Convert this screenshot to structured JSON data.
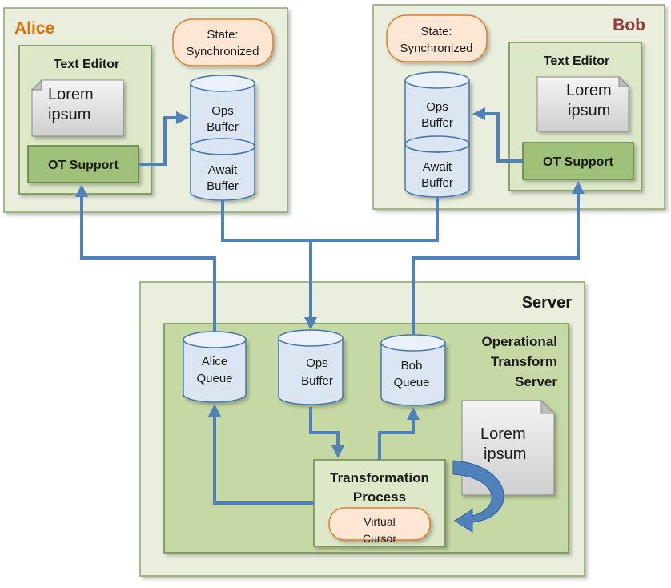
{
  "alice": {
    "title": "Alice",
    "state_line1": "State:",
    "state_line2": "Synchronized",
    "editor_title": "Text Editor",
    "doc_line1": "Lorem",
    "doc_line2": "ipsum",
    "ot_support": "OT Support",
    "ops_line1": "Ops",
    "ops_line2": "Buffer",
    "await_line1": "Await",
    "await_line2": "Buffer"
  },
  "bob": {
    "title": "Bob",
    "state_line1": "State:",
    "state_line2": "Synchronized",
    "editor_title": "Text Editor",
    "doc_line1": "Lorem",
    "doc_line2": "ipsum",
    "ot_support": "OT Support",
    "ops_line1": "Ops",
    "ops_line2": "Buffer",
    "await_line1": "Await",
    "await_line2": "Buffer"
  },
  "server": {
    "title": "Server",
    "ot_server_line1": "Operational",
    "ot_server_line2": "Transform",
    "ot_server_line3": "Server",
    "alice_queue_line1": "Alice",
    "alice_queue_line2": "Queue",
    "ops_line1": "Ops",
    "ops_line2": "Buffer",
    "bob_queue_line1": "Bob",
    "bob_queue_line2": "Queue",
    "doc_line1": "Lorem",
    "doc_line2": "ipsum",
    "transform_line1": "Transformation",
    "transform_line2": "Process",
    "cursor_line1": "Virtual",
    "cursor_line2": "Cursor"
  },
  "colors": {
    "connector": "#4f81bd",
    "alice_title": "#e36c0a",
    "bob_title": "#953734",
    "box_fill": "#c6d8a4",
    "cylinder_fill": "#dce6f2"
  }
}
